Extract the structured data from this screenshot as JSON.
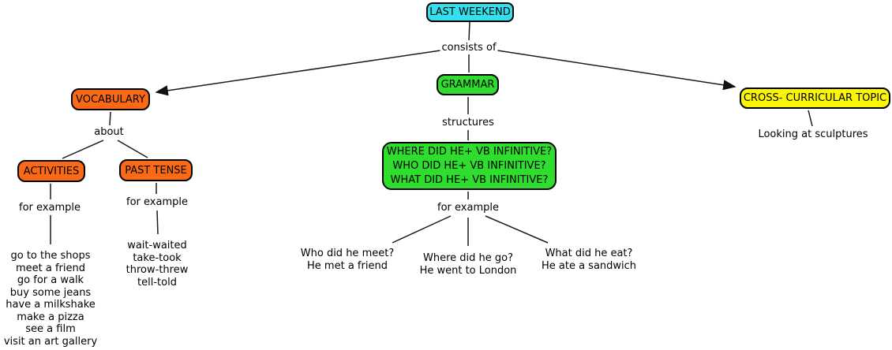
{
  "colors": {
    "root_fill": "#35E0EE",
    "vocab_fill": "#FA6A16",
    "grammar_fill": "#2EDD2E",
    "cross_fill": "#F9F408",
    "line": "#1a1a1a"
  },
  "map": {
    "root": {
      "label": "LAST WEEKEND"
    },
    "root_link": "consists of",
    "vocabulary": {
      "label": "VOCABULARY",
      "link": "about",
      "activities": {
        "label": "ACTIVITIES",
        "link": "for example",
        "examples": [
          "go to the shops",
          "meet a friend",
          "go for a walk",
          "buy some jeans",
          "have a milkshake",
          "make a pizza",
          "see a film",
          "visit an art gallery"
        ]
      },
      "past_tense": {
        "label": "PAST TENSE",
        "link": "for example",
        "examples": [
          "wait-waited",
          "take-took",
          "throw-threw",
          "tell-told"
        ]
      }
    },
    "grammar": {
      "label": "GRAMMAR",
      "link": "structures",
      "structures": [
        "WHERE DID HE+ VB INFINITIVE?",
        "WHO DID HE+ VB INFINITIVE?",
        "WHAT DID HE+ VB INFINITIVE?"
      ],
      "examples_link": "for example",
      "examples": [
        {
          "question": "Who did he meet?",
          "answer": "He met a friend"
        },
        {
          "question": "Where did he go?",
          "answer": "He went to London"
        },
        {
          "question": "What did he eat?",
          "answer": "He ate a sandwich"
        }
      ]
    },
    "cross_curricular": {
      "label": "CROSS- CURRICULAR TOPIC",
      "example": "Looking at sculptures"
    }
  }
}
